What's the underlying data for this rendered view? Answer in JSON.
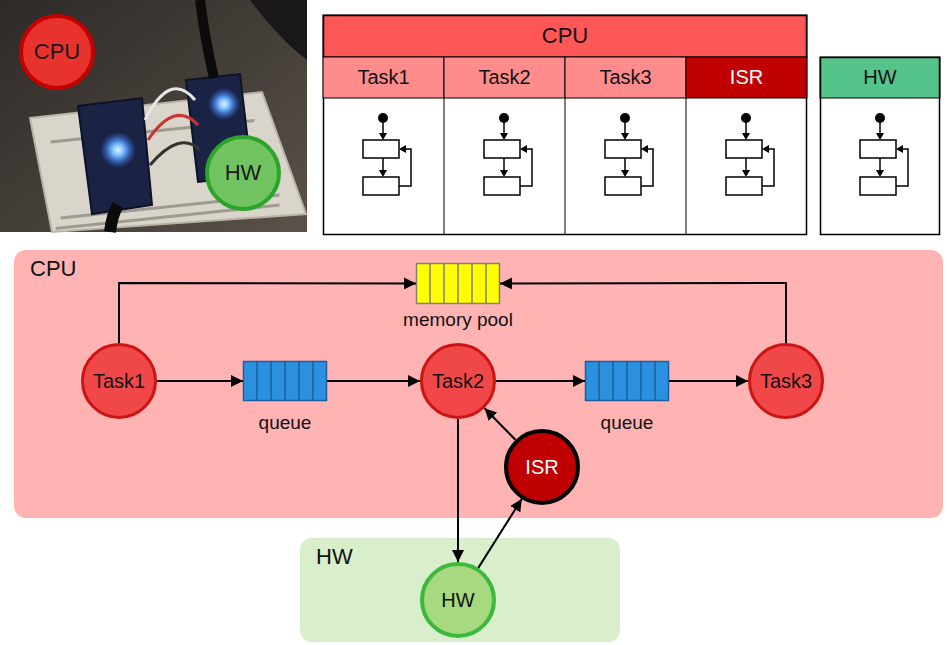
{
  "diagram": {
    "nodes": [
      {
        "text": [
          "CPU"
        ]
      },
      {
        "text": [
          "HW"
        ]
      },
      {
        "text": [
          "CPU"
        ]
      },
      {
        "text": [
          "Task1"
        ],
        "in": 2
      },
      {
        "text": [
          "Task2"
        ],
        "in": 2
      },
      {
        "text": [
          "Task3"
        ],
        "in": 2
      },
      {
        "text": [
          "ISR"
        ],
        "in": 2
      },
      {
        "text": [
          "HW"
        ]
      },
      {
        "text": [
          "CPU"
        ]
      },
      {
        "text": [
          "memory pool"
        ],
        "in": 8
      },
      {
        "text": [
          "Task1"
        ],
        "in": 8
      },
      {
        "text": [
          "queue"
        ],
        "in": 8
      },
      {
        "text": [
          "Task2"
        ],
        "in": 8
      },
      {
        "text": [
          "queue"
        ],
        "in": 8
      },
      {
        "text": [
          "Task3"
        ],
        "in": 8
      },
      {
        "text": [
          "ISR"
        ],
        "in": 8
      },
      {
        "text": [
          "HW"
        ]
      },
      {
        "text": [
          "HW"
        ],
        "in": 16
      }
    ],
    "edges": [
      {
        "from": 10,
        "to": 9,
        "arrow": "to"
      },
      {
        "from": 14,
        "to": 9,
        "arrow": "to"
      },
      {
        "from": 10,
        "to": 11,
        "arrow": "to"
      },
      {
        "from": 11,
        "to": 12,
        "arrow": "to"
      },
      {
        "from": 12,
        "to": 13,
        "arrow": "to"
      },
      {
        "from": 13,
        "to": 14,
        "arrow": "to"
      },
      {
        "from": 15,
        "to": 12,
        "arrow": "to"
      },
      {
        "from": 12,
        "to": 17,
        "arrow": "to"
      },
      {
        "from": 17,
        "to": 15,
        "arrow": "to"
      }
    ]
  }
}
